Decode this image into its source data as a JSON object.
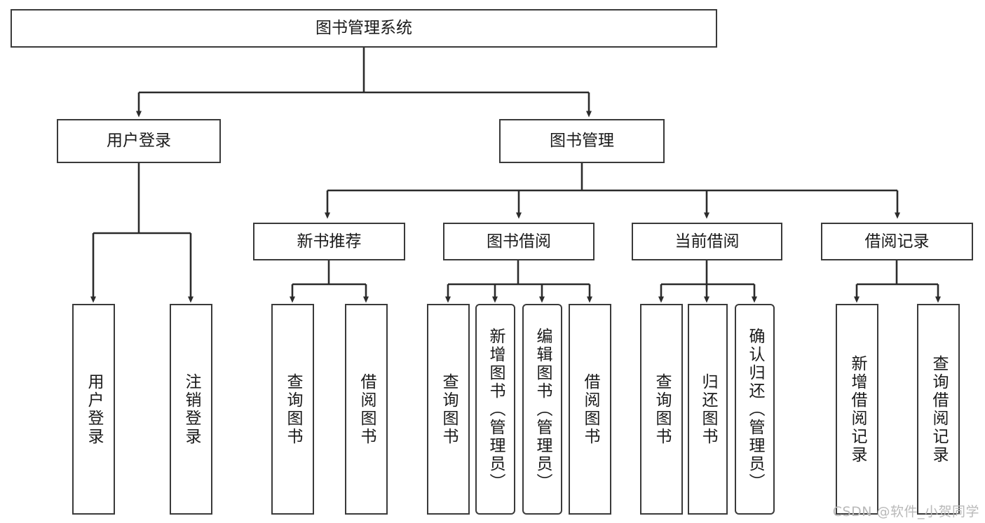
{
  "diagram": {
    "type": "tree-hierarchy-chart",
    "title": "图书管理系统",
    "colors": {
      "box_border": "#3a3a3a",
      "box_fill": "#ffffff",
      "connector": "#2b2b2b",
      "text": "#1a1a1a",
      "watermark": "#b9b9b9",
      "background": "#ffffff"
    },
    "levels": {
      "root": {
        "label": "图书管理系统",
        "orientation": "horizontal"
      },
      "level2": [
        {
          "label": "用户登录",
          "orientation": "horizontal"
        },
        {
          "label": "图书管理",
          "orientation": "horizontal"
        }
      ],
      "level3": [
        {
          "label": "新书推荐",
          "orientation": "horizontal",
          "parent": "图书管理"
        },
        {
          "label": "图书借阅",
          "orientation": "horizontal",
          "parent": "图书管理"
        },
        {
          "label": "当前借阅",
          "orientation": "horizontal",
          "parent": "图书管理"
        },
        {
          "label": "借阅记录",
          "orientation": "horizontal",
          "parent": "图书管理"
        }
      ],
      "leaves": [
        {
          "label": "用户登录",
          "orientation": "vertical",
          "parent": "用户登录",
          "rounded": false
        },
        {
          "label": "注销登录",
          "orientation": "vertical",
          "parent": "用户登录",
          "rounded": false
        },
        {
          "label": "查询图书",
          "orientation": "vertical",
          "parent": "新书推荐",
          "rounded": false
        },
        {
          "label": "借阅图书",
          "orientation": "vertical",
          "parent": "新书推荐",
          "rounded": false
        },
        {
          "label": "查询图书",
          "orientation": "vertical",
          "parent": "图书借阅",
          "rounded": false
        },
        {
          "label": "新增图书（管理员）",
          "orientation": "vertical",
          "parent": "图书借阅",
          "rounded": true
        },
        {
          "label": "编辑图书（管理员）",
          "orientation": "vertical",
          "parent": "图书借阅",
          "rounded": true
        },
        {
          "label": "借阅图书",
          "orientation": "vertical",
          "parent": "图书借阅",
          "rounded": false
        },
        {
          "label": "查询图书",
          "orientation": "vertical",
          "parent": "当前借阅",
          "rounded": false
        },
        {
          "label": "归还图书",
          "orientation": "vertical",
          "parent": "当前借阅",
          "rounded": false
        },
        {
          "label": "确认归还（管理员）",
          "orientation": "vertical",
          "parent": "当前借阅",
          "rounded": true
        },
        {
          "label": "新增借阅记录",
          "orientation": "vertical",
          "parent": "借阅记录",
          "rounded": false
        },
        {
          "label": "查询借阅记录",
          "orientation": "vertical",
          "parent": "借阅记录",
          "rounded": false
        }
      ]
    }
  },
  "watermark": {
    "text": "CSDN @软件_小贺同学"
  }
}
